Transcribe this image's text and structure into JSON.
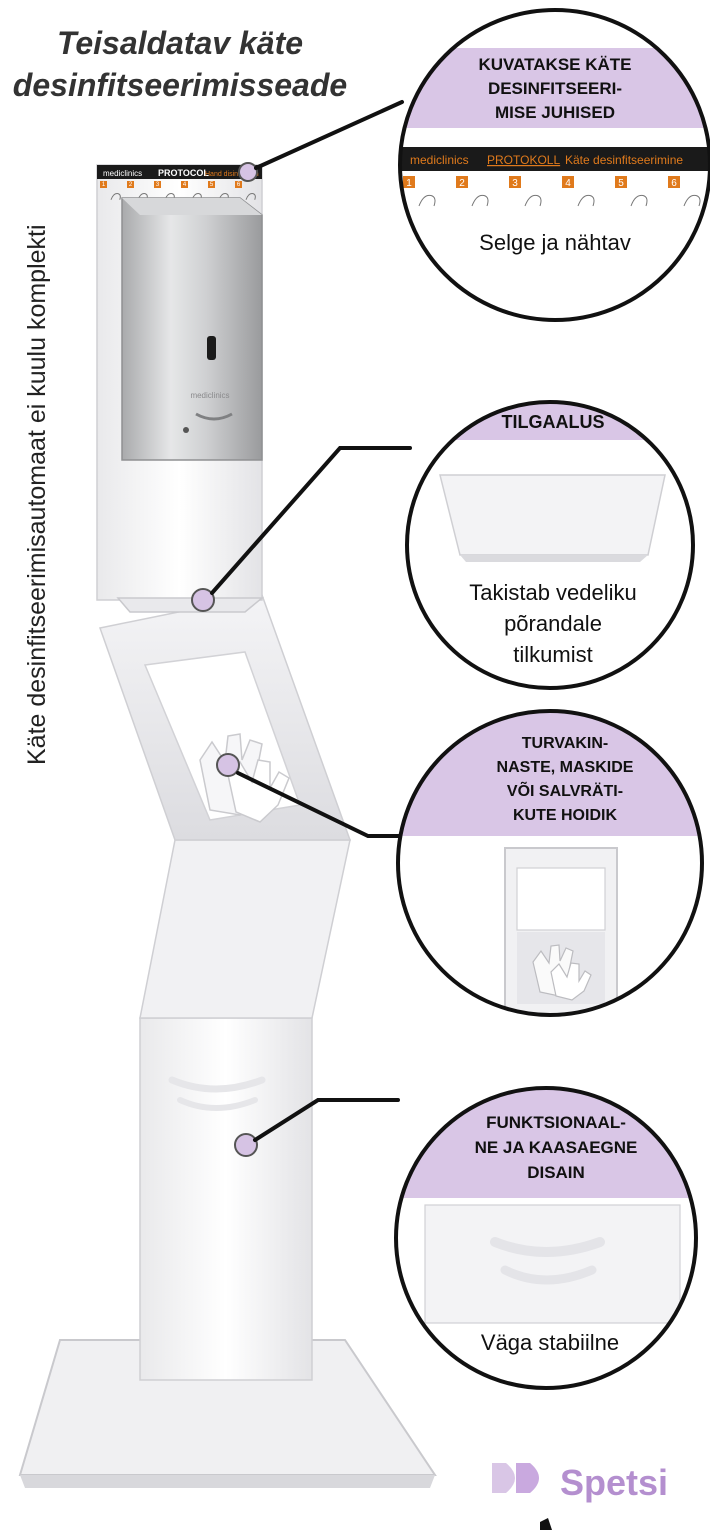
{
  "title": [
    "Teisaldatav käte",
    "desinfitseerimisseade"
  ],
  "side_note": "Käte desinfitseerimisautomaat ei kuulu komplekti",
  "device": {
    "panel_brand": "mediclinics",
    "panel_protocol": "PROTOCOL",
    "panel_subtitle": "Hand disinfection",
    "dispenser_brand": "mediclinics",
    "steps": [
      "1",
      "2",
      "3",
      "4",
      "5",
      "6"
    ]
  },
  "callouts": [
    {
      "id": "instructions",
      "header": [
        "KUVATAKSE KÄTE",
        "DESINFITSEERI-",
        "MISE JUHISED"
      ],
      "strip_brand": "mediclinics",
      "strip_protocol": "PROTOKOLL",
      "strip_subtitle": "Käte desinfitseerimine",
      "steps": [
        "1",
        "2",
        "3",
        "4",
        "5",
        "6"
      ],
      "caption": [
        "Selge ja nähtav"
      ]
    },
    {
      "id": "drip-tray",
      "header": [
        "TILGAALUS"
      ],
      "caption": [
        "Takistab vedeliku",
        "põrandale",
        "tilkumist"
      ]
    },
    {
      "id": "glove-holder",
      "header": [
        "TURVAKIN-",
        "NASTE, MASKIDE",
        "VÕI SALVRÄTI-",
        "KUTE HOIDIK"
      ],
      "caption": []
    },
    {
      "id": "design",
      "header": [
        "FUNKTSIONAAL-",
        "NE JA KAASAEGNE",
        "DISAIN"
      ],
      "caption": [
        "Väga stabiilne"
      ]
    }
  ],
  "brand_name": "Spetsi",
  "colors": {
    "accent": "#d9c6e6",
    "marker": "#d6c3e4",
    "brand": "#b48fcf",
    "orange": "#e07a1c",
    "dark_strip": "#1a1a1a"
  }
}
